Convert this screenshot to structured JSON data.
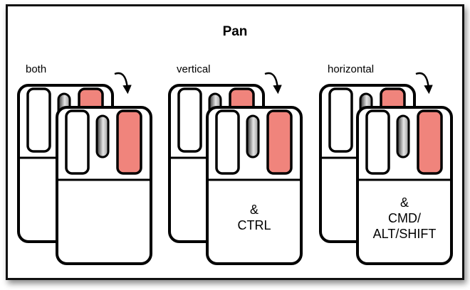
{
  "title": "Pan",
  "colors": {
    "button_active": "#f0847c",
    "outline": "#000000",
    "wheel_dark": "#333333",
    "wheel_light": "#eeeeee"
  },
  "panels": [
    {
      "label": "both",
      "modifier": []
    },
    {
      "label": "vertical",
      "modifier": [
        "&",
        "CTRL"
      ]
    },
    {
      "label": "horizontal",
      "modifier": [
        "&",
        "CMD/",
        "ALT/SHIFT"
      ]
    }
  ]
}
